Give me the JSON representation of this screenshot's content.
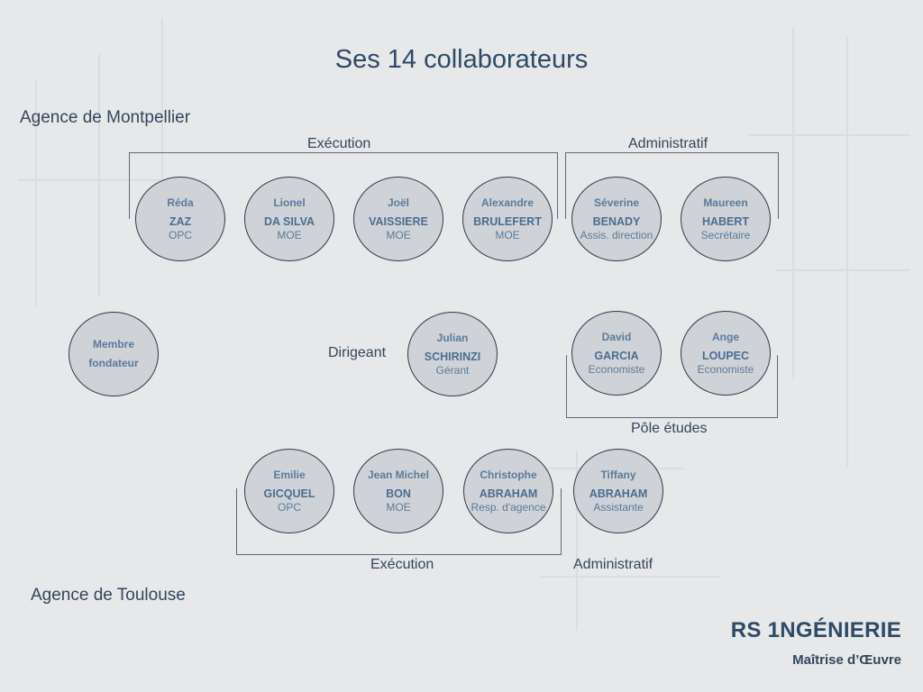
{
  "title": "Ses 14 collaborateurs",
  "agencies": {
    "montpellier": "Agence de Montpellier",
    "toulouse": "Agence de Toulouse"
  },
  "groups": {
    "mtp_execution": "Exécution",
    "mtp_administratif": "Administratif",
    "mtp_pole_etudes": "Pôle études",
    "tls_execution": "Exécution",
    "tls_administratif": "Administratif"
  },
  "dirigeant_label": "Dirigeant",
  "founder": {
    "line1": "Membre",
    "line2": "fondateur"
  },
  "montpellier_row": [
    {
      "first": "Réda",
      "last": "ZAZ",
      "role": "OPC"
    },
    {
      "first": "Lionel",
      "last": "DA SILVA",
      "role": "MOE"
    },
    {
      "first": "Joël",
      "last": "VAISSIERE",
      "role": "MOE"
    },
    {
      "first": "Alexandre",
      "last": "BRULEFERT",
      "role": "MOE"
    },
    {
      "first": "Séverine",
      "last": "BENADY",
      "role": "Assis. direction"
    },
    {
      "first": "Maureen",
      "last": "HABERT",
      "role": "Secrétaire"
    }
  ],
  "dirigeant": {
    "first": "Julian",
    "last": "SCHIRINZI",
    "role": "Gérant"
  },
  "etudes_row": [
    {
      "first": "David",
      "last": "GARCIA",
      "role": "Economiste"
    },
    {
      "first": "Ange",
      "last": "LOUPEC",
      "role": "Economiste"
    }
  ],
  "toulouse_row": [
    {
      "first": "Emilie",
      "last": "GICQUEL",
      "role": "OPC"
    },
    {
      "first": "Jean Michel",
      "last": "BON",
      "role": "MOE"
    },
    {
      "first": "Christophe",
      "last": "ABRAHAM",
      "role": "Resp. d'agence"
    },
    {
      "first": "Tiffany",
      "last": "ABRAHAM",
      "role": "Assistante"
    }
  ],
  "brand": {
    "name": "RS 1NGÉNIERIE",
    "subtitle": "Maîtrise d’Œuvre"
  },
  "colors": {
    "background": "#e6e8ea",
    "circle_fill": "#cfd3d8",
    "circle_stroke": "#2e3a48",
    "name_text": "#4a6d90",
    "heading_text": "#2e4a66"
  }
}
